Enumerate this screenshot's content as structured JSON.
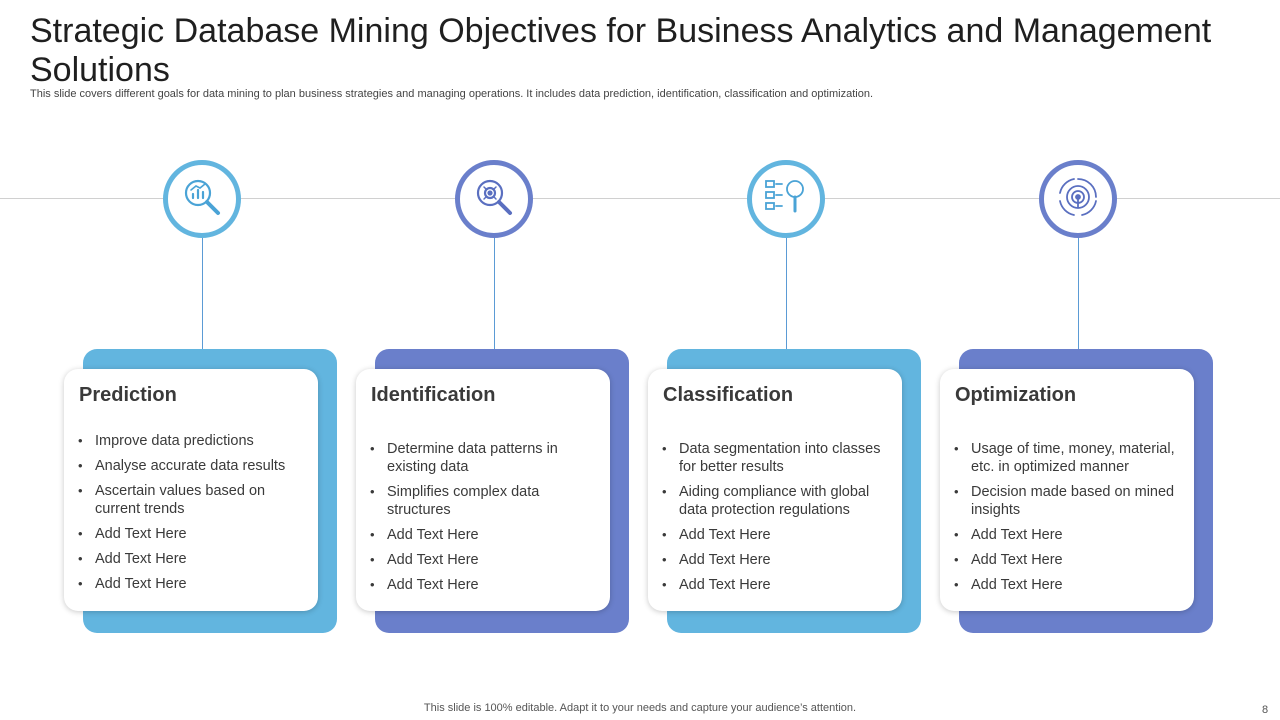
{
  "slide": {
    "title": "Strategic Database Mining Objectives for Business Analytics and Management Solutions",
    "subtitle": "This slide covers different goals for data mining to plan business strategies and managing operations. It includes data prediction, identification, classification and optimization.",
    "footer": "This slide is 100% editable. Adapt it to your needs and capture your audience’s attention.",
    "page_number": "8"
  },
  "colors": {
    "light_blue": "#62b5df",
    "dark_blue": "#6a7fcb",
    "divider": "#d0d0d0"
  },
  "columns": [
    {
      "title": "Prediction",
      "icon": "magnifier-chart-icon",
      "accent": "light",
      "items": [
        "Improve data predictions",
        "Analyse accurate data results",
        "Ascertain values based on current trends",
        "Add Text Here",
        "Add Text Here",
        "Add Text Here"
      ]
    },
    {
      "title": "Identification",
      "icon": "magnifier-target-icon",
      "accent": "dark",
      "items": [
        "Determine data patterns in existing data",
        "Simplifies complex data structures",
        "Add Text Here",
        "Add Text Here",
        "Add Text Here"
      ]
    },
    {
      "title": "Classification",
      "icon": "data-list-search-icon",
      "accent": "light",
      "items": [
        "Data segmentation into classes for better results",
        "Aiding compliance with global data protection regulations",
        "Add Text Here",
        "Add Text Here",
        "Add Text Here"
      ]
    },
    {
      "title": "Optimization",
      "icon": "target-cycle-icon",
      "accent": "dark",
      "items": [
        "Usage of time, money, material, etc. in optimized manner",
        "Decision made based on mined insights",
        "Add Text Here",
        "Add Text Here",
        "Add Text Here"
      ]
    }
  ]
}
